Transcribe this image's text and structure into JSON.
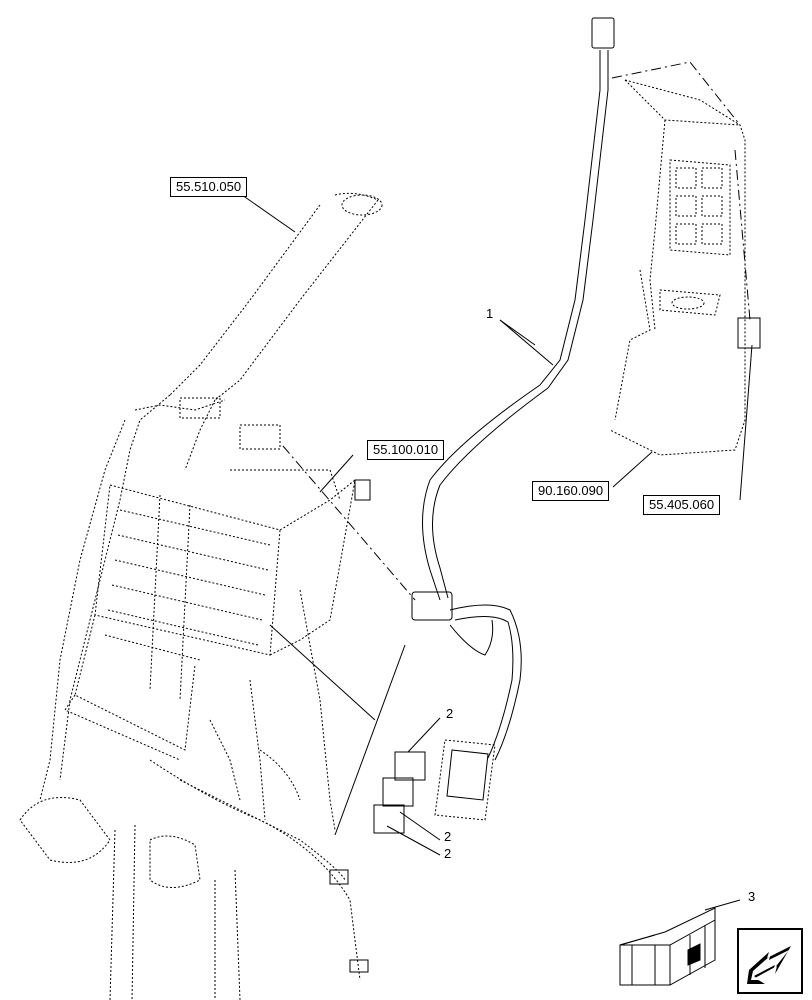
{
  "references": {
    "ref_1": "55.510.050",
    "ref_2": "55.100.010",
    "ref_3": "90.160.090",
    "ref_4": "55.405.060"
  },
  "callouts": {
    "item_1": "1",
    "item_2a": "2",
    "item_2b": "2",
    "item_2c": "2",
    "item_3": "3"
  },
  "navigation": {
    "icon": "arrow-left-down-icon"
  },
  "colors": {
    "line": "#000000",
    "background": "#ffffff"
  }
}
